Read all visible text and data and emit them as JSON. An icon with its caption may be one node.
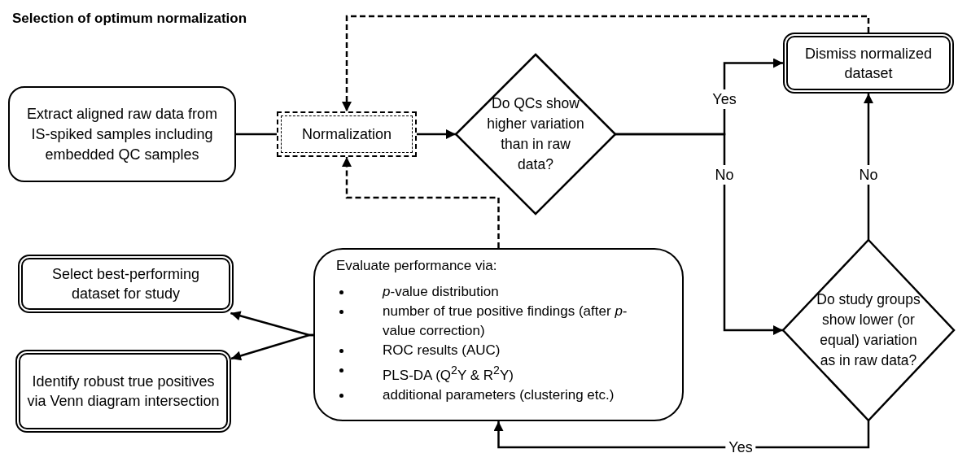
{
  "diagram": {
    "title": "Selection of optimum normalization",
    "nodes": [
      {
        "text": [
          "Extract aligned raw data from IS-spiked samples including embedded QC samples"
        ]
      },
      {
        "text": [
          "Normalization"
        ]
      },
      {
        "text": [
          "Do QCs show higher variation than in raw data?"
        ]
      },
      {
        "text": [
          "Dismiss normalized dataset"
        ]
      },
      {
        "text": [
          "Evaluate performance via:",
          "*p*-value distribution",
          "number of true positive findings (after *p*-value correction)",
          "ROC results (AUC)",
          "PLS-DA (Q$^{2}$Y & R$^{2}$Y)",
          "additional parameters (clustering etc.)"
        ]
      },
      {
        "text": [
          "Do study groups show lower (or equal) variation as in raw data?"
        ]
      },
      {
        "text": [
          "Select best-performing dataset for study"
        ]
      },
      {
        "text": [
          "Identify robust true positives via Venn diagram intersection"
        ]
      }
    ],
    "edges": [
      {
        "from": 0,
        "to": 1,
        "arrow": "none"
      },
      {
        "from": 1,
        "to": 2,
        "arrow": "to"
      },
      {
        "from": 2,
        "to": 3,
        "arrow": "to",
        "label": "Yes"
      },
      {
        "from": 2,
        "to": 5,
        "arrow": "to",
        "label": "No"
      },
      {
        "from": 5,
        "to": 3,
        "arrow": "to",
        "label": "No"
      },
      {
        "from": 5,
        "to": 4,
        "arrow": "to",
        "label": "Yes"
      },
      {
        "from": 3,
        "to": 1,
        "arrow": "to",
        "style": "dashed"
      },
      {
        "from": 4,
        "to": 1,
        "arrow": "to",
        "style": "dashed"
      },
      {
        "from": 4,
        "to": 6,
        "arrow": "to"
      },
      {
        "from": 4,
        "to": 7,
        "arrow": "to"
      }
    ]
  }
}
